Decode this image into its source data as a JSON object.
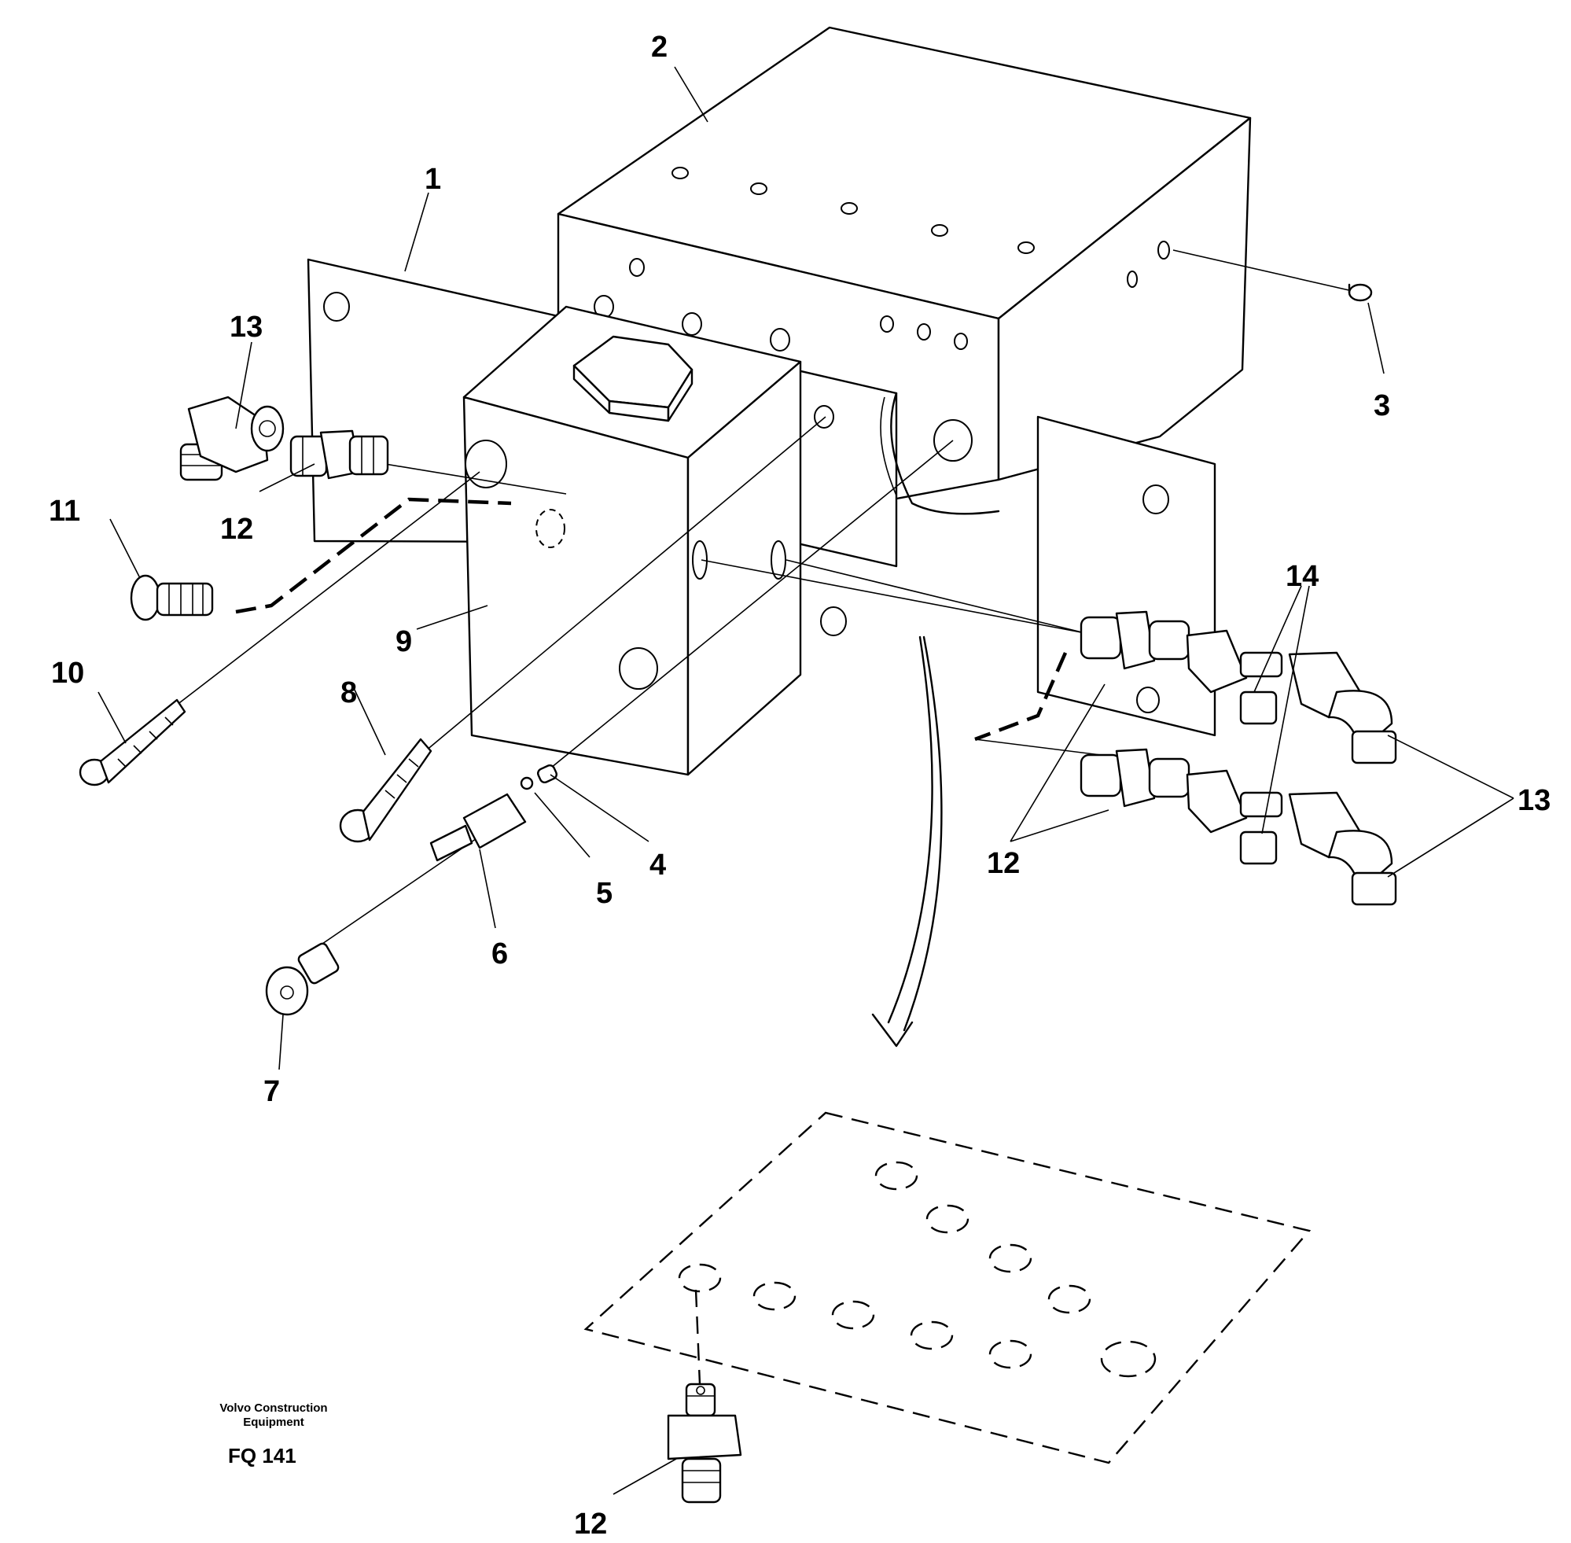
{
  "callouts": {
    "c1": "1",
    "c2": "2",
    "c3": "3",
    "c4": "4",
    "c5": "5",
    "c6": "6",
    "c7": "7",
    "c8": "8",
    "c9": "9",
    "c10": "10",
    "c11": "11",
    "c12_top": "12",
    "c12_right": "12",
    "c12_bottom": "12",
    "c13_top": "13",
    "c13_right": "13",
    "c14": "14"
  },
  "footer": {
    "brand_line1": "Volvo Construction",
    "brand_line2": "Equipment",
    "figure_ref": "FQ 141"
  }
}
